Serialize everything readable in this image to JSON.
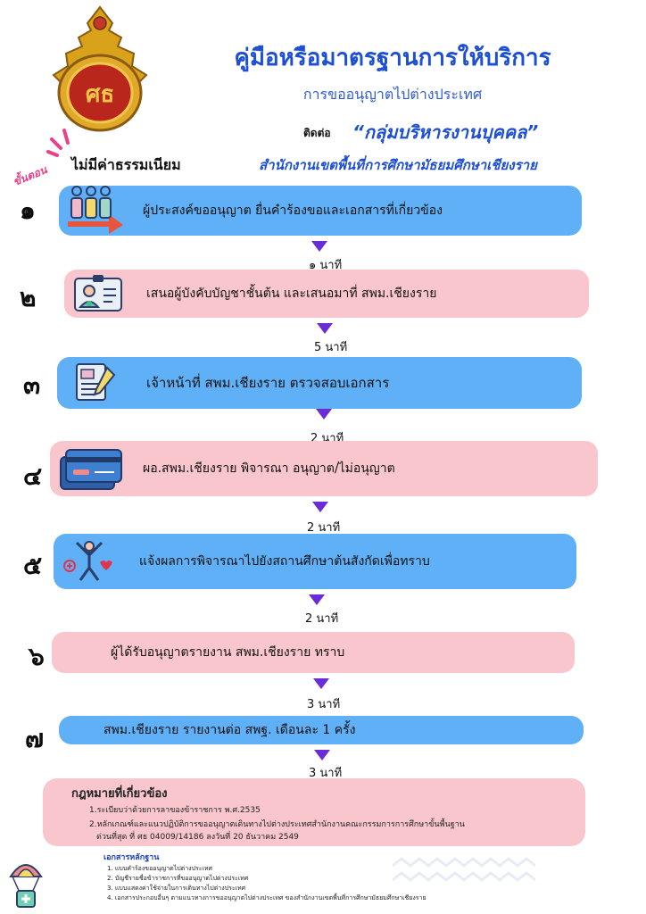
{
  "header": {
    "title": "คู่มือหรือมาตรฐานการให้บริการ",
    "subtitle": "การขออนุญาตไปต่างประเทศ",
    "contact_label": "ติดต่อ",
    "group": "“กลุ่มบริหารงานบุคคล”",
    "office": "สำนักงานเขตพื้นที่การศึกษามัธยมศึกษาเชียงราย",
    "fee": "ไม่มีค่าธรรมเนียม",
    "step_label": "ขั้นตอน"
  },
  "steps": [
    {
      "num": "๑",
      "text": "ผู้ประสงค์ขออนุญาต ยื่นคำร้องขอและเอกสารที่เกี่ยวข้อง",
      "time": "๑ นาที",
      "icon": "people-arrow-icon",
      "color": "blue"
    },
    {
      "num": "๒",
      "text": "เสนอผู้บังคับบัญชาชั้นต้น และเสนอมาที่ สพม.เชียงราย",
      "time": "5 นาที",
      "icon": "id-card-icon",
      "color": "pink"
    },
    {
      "num": "๓",
      "text": "เจ้าหน้าที่ สพม.เชียงราย ตรวจสอบเอกสาร",
      "time": "2 นาที",
      "icon": "document-pen-icon",
      "color": "blue"
    },
    {
      "num": "๔",
      "text": "ผอ.สพม.เชียงราย พิจารณา อนุญาต/ไม่อนุญาต",
      "time": "2 นาที",
      "icon": "cards-icon",
      "color": "pink"
    },
    {
      "num": "๕",
      "text": "แจ้งผลการพิจารณาไปยังสถานศึกษาต้นสังกัดเพื่อทราบ",
      "time": "2 นาที",
      "icon": "person-health-icon",
      "color": "blue"
    },
    {
      "num": "๖",
      "text": "ผู้ได้รับอนุญาตรายงาน สพม.เชียงราย ทราบ",
      "time": "3 นาที",
      "icon": "",
      "color": "pink"
    },
    {
      "num": "๗",
      "text": "สพม.เชียงราย รายงานต่อ สพฐ. เดือนละ 1 ครั้ง",
      "time": "3 นาที",
      "icon": "",
      "color": "blue"
    }
  ],
  "law": {
    "title": "กฎหมายที่เกี่ยวข้อง",
    "items": [
      "1.ระเบียบว่าด้วยการลาของข้าราชการ พ.ศ.2535",
      "2.หลักเกณฑ์และแนวปฏิบัติการขออนุญาตเดินทางไปต่างประเทศสำนักงานคณะกรรมการการศึกษาขั้นพื้นฐาน",
      "ด่วนที่สุด ที่ ศธ 04009/14186 ลงวันที่ 20 ธันวาคม 2549"
    ]
  },
  "documents": {
    "title": "เอกสารหลักฐาน",
    "items": [
      "1. แบบคำร้องขออนุญาตไปต่างประเทศ",
      "2. บัญชีรายชื่อข้าราชการที่ขออนุญาตไปต่างประเทศ",
      "3. แบบแสดงค่าใช้จ่ายในการเดินทางไปต่างประเทศ",
      "4. เอกสารประกอบอื่นๆ ตามแนวทางการขออนุญาตไปต่างประเทศ ของสำนักงานเขตพื้นที่การศึกษามัธยมศึกษาเชียงราย"
    ]
  },
  "colors": {
    "blue": "#5fb0f6",
    "pink": "#f8c6cc",
    "arrow": "#6a2bd8",
    "title": "#1d4fd6"
  }
}
